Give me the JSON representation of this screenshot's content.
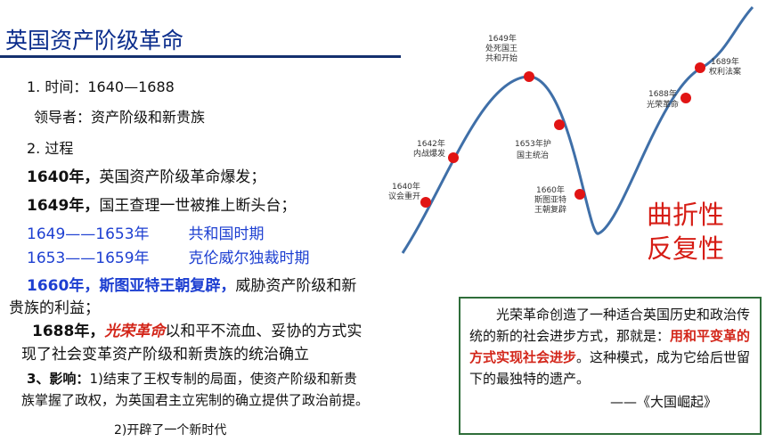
{
  "title": "英国资产阶级革命",
  "time": {
    "label": "1. 时间：",
    "value": "1640—1688"
  },
  "leader": {
    "label": "领导者：",
    "value": "资产阶级和新贵族"
  },
  "process_heading": "2. 过程",
  "events": {
    "e1640": {
      "year": "1640年，",
      "text": "英国资产阶级革命爆发；"
    },
    "e1649": {
      "year": "1649年，",
      "text": "国王查理一世被推上断头台；"
    },
    "e1649_1653": {
      "range": "1649——1653年",
      "name": "共和国时期"
    },
    "e1653_1659": {
      "range": "1653——1659年",
      "name": "克伦威尔独裁时期"
    },
    "e1660": {
      "year_name": "1660年，斯图亚特王朝复辟，",
      "text": "威胁资产阶级和新",
      "text2": "贵族的利益；"
    },
    "e1688": {
      "year": "1688年，",
      "name": "光荣革命",
      "text": "以和平不流血、妥协的方式实",
      "text2": "现了社会变革资产阶级和新贵族的统治确立"
    }
  },
  "influence": {
    "heading": "3、影响：",
    "line1": "1)结束了王权专制的局面，使资产阶级和新贵",
    "line2": "族掌握了政权，为英国君主立宪制的确立提供了政治前提。",
    "line3": "2)开辟了一个新时代"
  },
  "chart_labels": {
    "p1640": [
      "1640年",
      "议会重开"
    ],
    "p1642": [
      "1642年",
      "内战爆发"
    ],
    "p1649": [
      "1649年",
      "处死国王",
      "共和开始"
    ],
    "p1653": [
      "1653年护",
      "国主统治"
    ],
    "p1660": [
      "1660年",
      "斯图亚特",
      "王朝复辟"
    ],
    "p1688": [
      "1688年",
      "光荣革命"
    ],
    "p1689": [
      "1689年",
      "权利法案"
    ]
  },
  "qualities": [
    "曲折性",
    "反复性"
  ],
  "quote": {
    "pre": "光荣革命创造了一种适合英国历史和政治传统的新的社会进步方式，那就是：",
    "highlight": "用和平变革的方式实现社会进步",
    "post": "。这种模式，成为它给后世留下的最独特的遗产。",
    "source": "——《大国崛起》"
  },
  "colors": {
    "curve": "#3f6fa8",
    "marker": "#e11414",
    "title": "#0b2d8c",
    "accent": "#d61c14",
    "box_border": "#2f6e3a"
  }
}
